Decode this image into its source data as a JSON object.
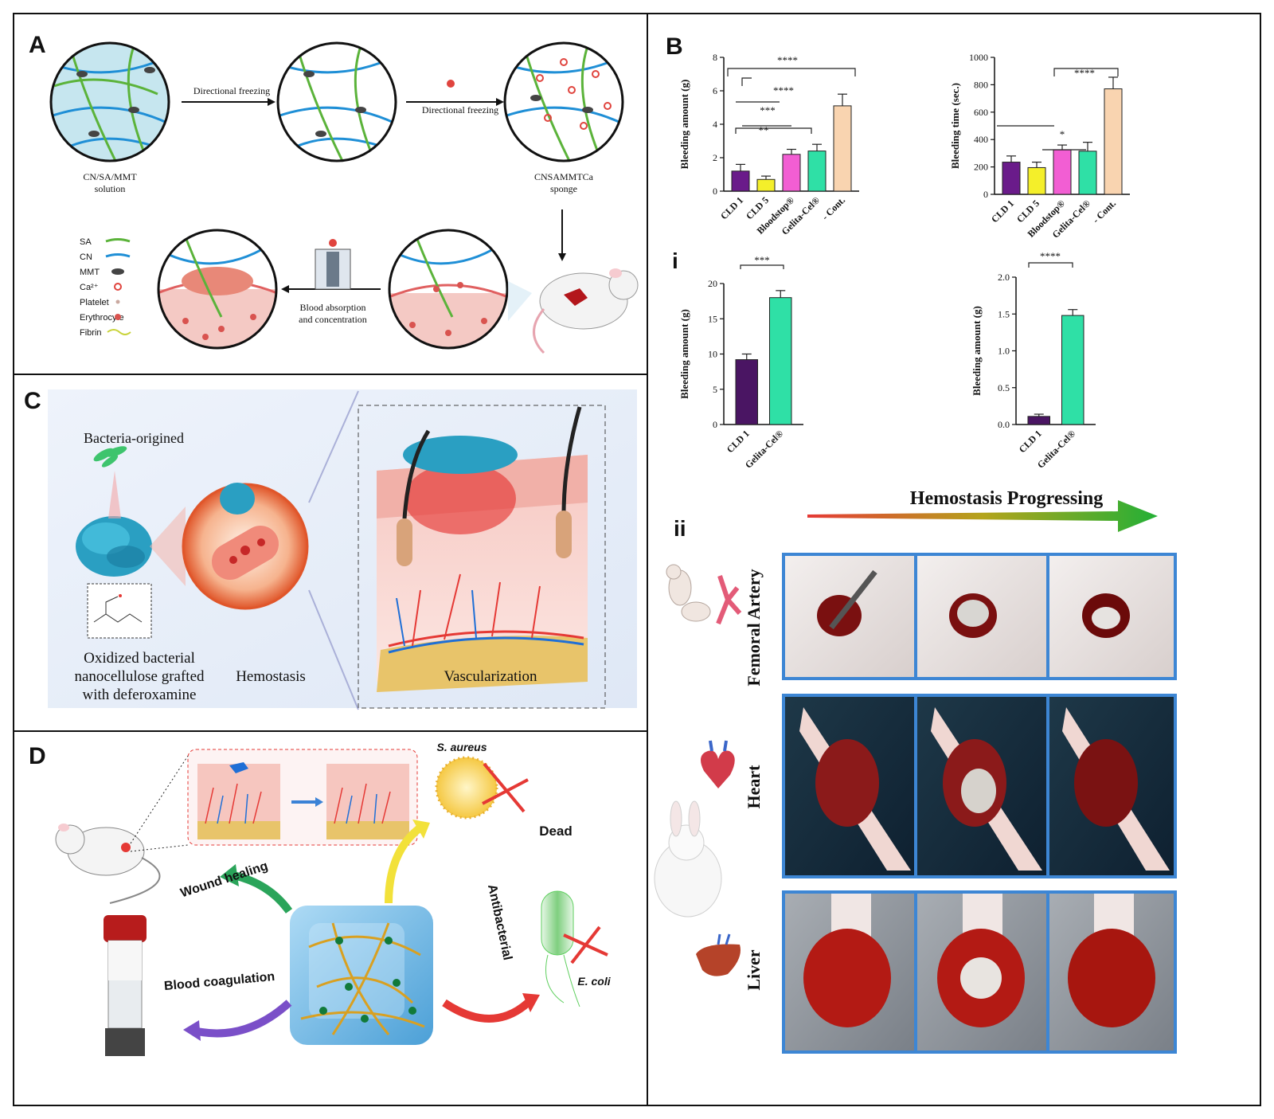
{
  "panels": {
    "a": {
      "label": "A",
      "step1": "Directional freezing",
      "step2": "Directional freezing",
      "solution_label": [
        "CN/SA/MMT",
        "solution"
      ],
      "sponge_label": [
        "CNSAMMTCa",
        "sponge"
      ],
      "absorption_label": [
        "Blood absorption",
        "and concentration"
      ],
      "legend": [
        {
          "name": "SA",
          "color": "#5bb33a",
          "icon": "green-fiber-icon"
        },
        {
          "name": "CN",
          "color": "#1f8fd6",
          "icon": "blue-fiber-icon"
        },
        {
          "name": "MMT",
          "color": "#444444",
          "icon": "mmt-flake-icon"
        },
        {
          "name": "Ca²⁺",
          "color": "#e0443e",
          "icon": "calcium-ion-icon"
        },
        {
          "name": "Platelet",
          "color": "#caa9a0",
          "icon": "platelet-icon"
        },
        {
          "name": "Erythrocyte",
          "color": "#d9534f",
          "icon": "erythrocyte-icon"
        },
        {
          "name": "Fibrin",
          "color": "#c9d33a",
          "icon": "fibrin-icon"
        }
      ]
    },
    "b": {
      "label": "B",
      "sub_i": "i",
      "sub_ii": "ii",
      "progress_title": "Hemostasis Progressing",
      "organs": [
        "Femoral Artery",
        "Heart",
        "Liver"
      ]
    },
    "c": {
      "label": "C",
      "origin_label": "Bacteria-origined",
      "material_label": [
        "Oxidized bacterial",
        "nanocellulose grafted",
        "with deferoxamine"
      ],
      "hemostasis_label": "Hemostasis",
      "vascular_label": "Vascularization"
    },
    "d": {
      "label": "D",
      "s_aureus": "S. aureus",
      "e_coli": "E. coli",
      "dead": "Dead",
      "antibacterial": "Antibacterial",
      "wound_healing": "Wound healing",
      "blood_coag": "Blood coagulation"
    }
  },
  "chart_data": [
    {
      "type": "bar",
      "ylabel": "Bleeding amount (g)",
      "categories": [
        "CLD 1",
        "CLD 5",
        "Bloodstop®",
        "Gelita-Cel®",
        "- Cont."
      ],
      "values": [
        1.2,
        0.7,
        2.2,
        2.4,
        5.1
      ],
      "errors": [
        0.4,
        0.2,
        0.3,
        0.4,
        0.7
      ],
      "colors": [
        "#6a1b8a",
        "#f4ef2a",
        "#f25ed3",
        "#2fe0a6",
        "#f9d4b0"
      ],
      "ylim": [
        0,
        8
      ],
      "yticks": [
        0,
        2,
        4,
        6,
        8
      ],
      "significance": [
        "****",
        "****",
        "***",
        "**"
      ]
    },
    {
      "type": "bar",
      "ylabel": "Bleeding time (sec.)",
      "categories": [
        "CLD 1",
        "CLD 5",
        "Bloodstop®",
        "Gelita-Cel®",
        "- Cont."
      ],
      "values": [
        235,
        195,
        325,
        315,
        770
      ],
      "errors": [
        45,
        40,
        35,
        65,
        85
      ],
      "colors": [
        "#6a1b8a",
        "#f4ef2a",
        "#f25ed3",
        "#2fe0a6",
        "#f9d4b0"
      ],
      "ylim": [
        0,
        1000
      ],
      "yticks": [
        0,
        200,
        400,
        600,
        800,
        1000
      ],
      "significance": [
        "****",
        "*"
      ]
    },
    {
      "type": "bar",
      "ylabel": "Bleeding amount (g)",
      "categories": [
        "CLD 1",
        "Gelita-Cel®"
      ],
      "values": [
        9.2,
        18.0
      ],
      "errors": [
        0.8,
        1.0
      ],
      "colors": [
        "#4a1563",
        "#2fe0a6"
      ],
      "ylim": [
        0,
        20
      ],
      "yticks": [
        0,
        5,
        10,
        15,
        20
      ],
      "significance": [
        "***"
      ]
    },
    {
      "type": "bar",
      "ylabel": "Bleeding amount (g)",
      "categories": [
        "CLD 1",
        "Gelita-Cel®"
      ],
      "values": [
        0.11,
        1.48
      ],
      "errors": [
        0.03,
        0.08
      ],
      "colors": [
        "#4a1563",
        "#2fe0a6"
      ],
      "ylim": [
        0,
        2.0
      ],
      "yticks": [
        0.0,
        0.5,
        1.0,
        1.5,
        2.0
      ],
      "significance": [
        "****"
      ]
    }
  ]
}
